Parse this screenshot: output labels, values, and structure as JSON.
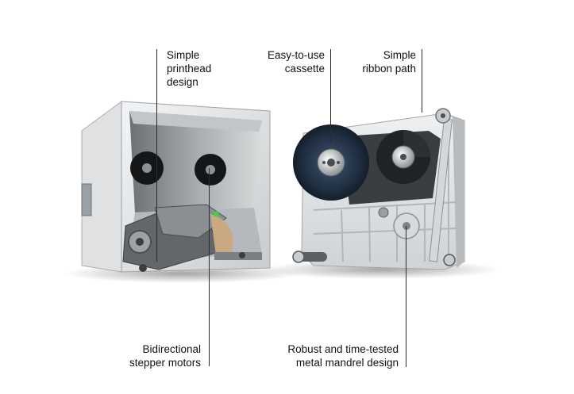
{
  "callouts": {
    "printhead": "Simple\nprinthead\ndesign",
    "cassette": "Easy-to-use\ncassette",
    "ribbon_path": "Simple\nribbon path",
    "stepper_motors": "Bidirectional\nstepper motors",
    "mandrel": "Robust and time-tested\nmetal mandrel design"
  },
  "colors": {
    "text": "#111111",
    "leader_line": "#2b2b2b",
    "chassis_light": "#e8e9ea",
    "chassis_dark": "#5a5e62",
    "ribbon_roll": "#1e2c3e",
    "indicator_led": "#3fd04a"
  }
}
